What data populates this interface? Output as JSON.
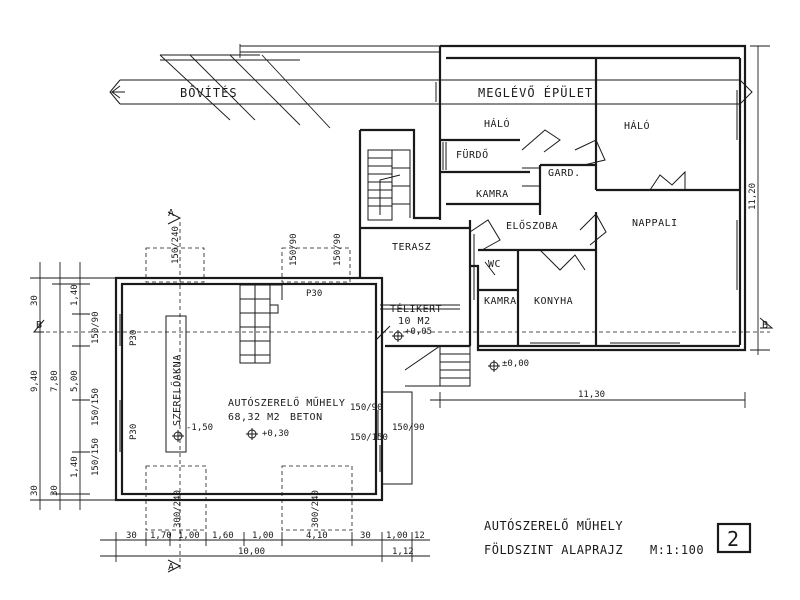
{
  "banner": {
    "bovites": "BŐVÍTÉS",
    "meglevo": "MEGLÉVŐ ÉPÜLET"
  },
  "rooms": {
    "halo_left": "HÁLÓ",
    "halo_right": "HÁLÓ",
    "furdo": "FÜRDŐ",
    "gard": "GARD.",
    "kamra_top": "KAMRA",
    "eloszoba": "ELŐSZOBA",
    "nappali": "NAPPALI",
    "terasz": "TERASZ",
    "wc": "WC",
    "telikert": "TÉLIKERT",
    "telikert_area": "10 M2",
    "telikert_level": "+0,05",
    "kamra_bottom": "KAMRA",
    "konyha": "KONYHA",
    "level_entry": "±0,00",
    "szereloakna": "SZERELŐAKNA",
    "szereloakna_level": "-1,50",
    "muhely": "AUTÓSZERELŐ MŰHELY",
    "muhely_area": "68,32 M2",
    "muhely_floor": "BETON",
    "muhely_level": "+0,30",
    "pl_stair": "P30"
  },
  "section_marks": {
    "a": "A",
    "b": "B"
  },
  "window_labels": {
    "top1": "150/240",
    "top2": "150/90",
    "top3": "150/90",
    "bot1": "300/240",
    "bot2": "300/240",
    "left1": "150/90",
    "left2": "150/150",
    "left3": "150/150",
    "right1": "150/90",
    "right2": "150/150",
    "right3": "150/90",
    "p30a": "P30",
    "p30b": "P30"
  },
  "dims": {
    "left_outer": [
      "30",
      "9,40",
      "30"
    ],
    "left_mid": [
      "7,80",
      "5,00"
    ],
    "left_inner": [
      "1,40",
      "30",
      "1,40"
    ],
    "right_total": "11,20",
    "existing_width": "11,30",
    "bottom_chain": [
      "30",
      "1,70",
      "1,00",
      "1,60",
      "1,00",
      "4,10",
      "30",
      "1,00",
      "12"
    ],
    "bottom_total": "10,00",
    "bottom_right": "1,12"
  },
  "title": {
    "line1": "AUTÓSZERELŐ MŰHELY",
    "line2": "FÖLDSZINT ALAPRAJZ",
    "scale": "M:1:100",
    "sheet": "2"
  }
}
